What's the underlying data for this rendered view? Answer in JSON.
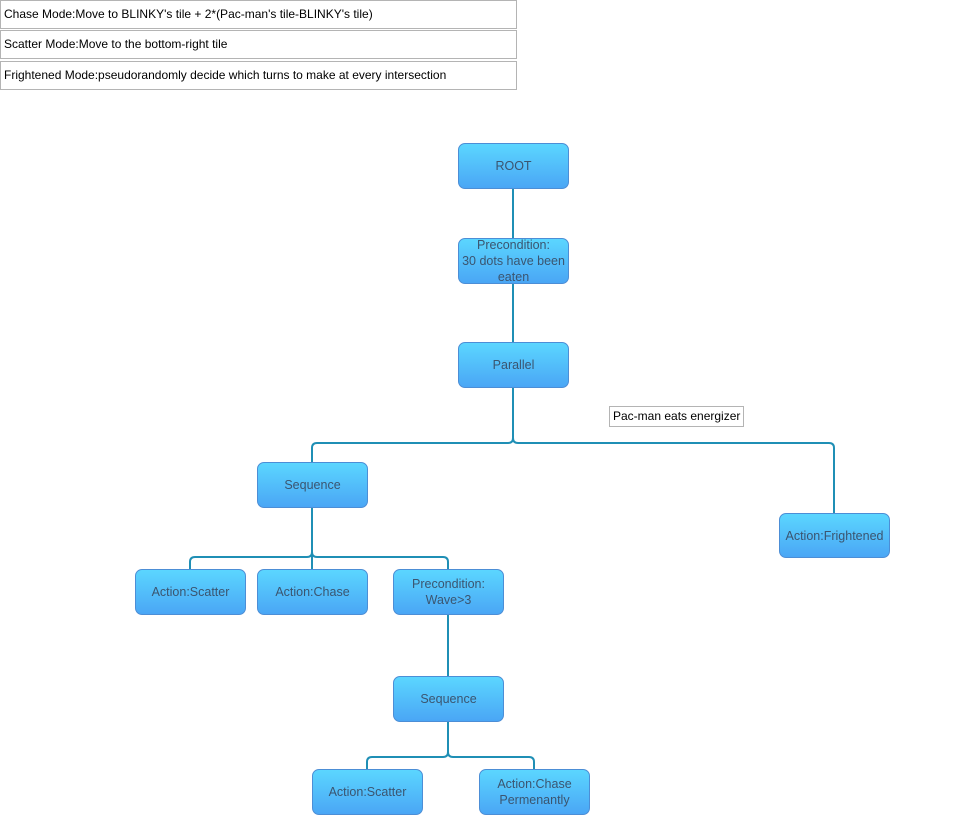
{
  "legend": [
    "Chase Mode:Move to BLINKY's tile + 2*(Pac-man's tile-BLINKY's tile)",
    "Scatter Mode:Move to the bottom-right tile",
    "Frightened Mode:pseudorandomly decide which turns to make at every intersection"
  ],
  "nodes": {
    "root": "ROOT",
    "precondition_dots": "Precondition:\n30 dots have been\neaten",
    "parallel": "Parallel",
    "sequence_main": "Sequence",
    "action_frightened": "Action:Frightened",
    "action_scatter_1": "Action:Scatter",
    "action_chase": "Action:Chase",
    "precondition_wave": "Precondition:\nWave>3",
    "sequence_wave": "Sequence",
    "action_scatter_2": "Action:Scatter",
    "action_chase_permanently": "Action:Chase\nPermenantly"
  },
  "edge_labels": {
    "energizer": "Pac-man eats energizer"
  },
  "colors": {
    "node_top": "#5bd6ff",
    "node_bottom": "#4aa6f5",
    "node_border": "#4c8ed6",
    "node_text": "#3b5570",
    "connector": "#1f8fb5"
  }
}
